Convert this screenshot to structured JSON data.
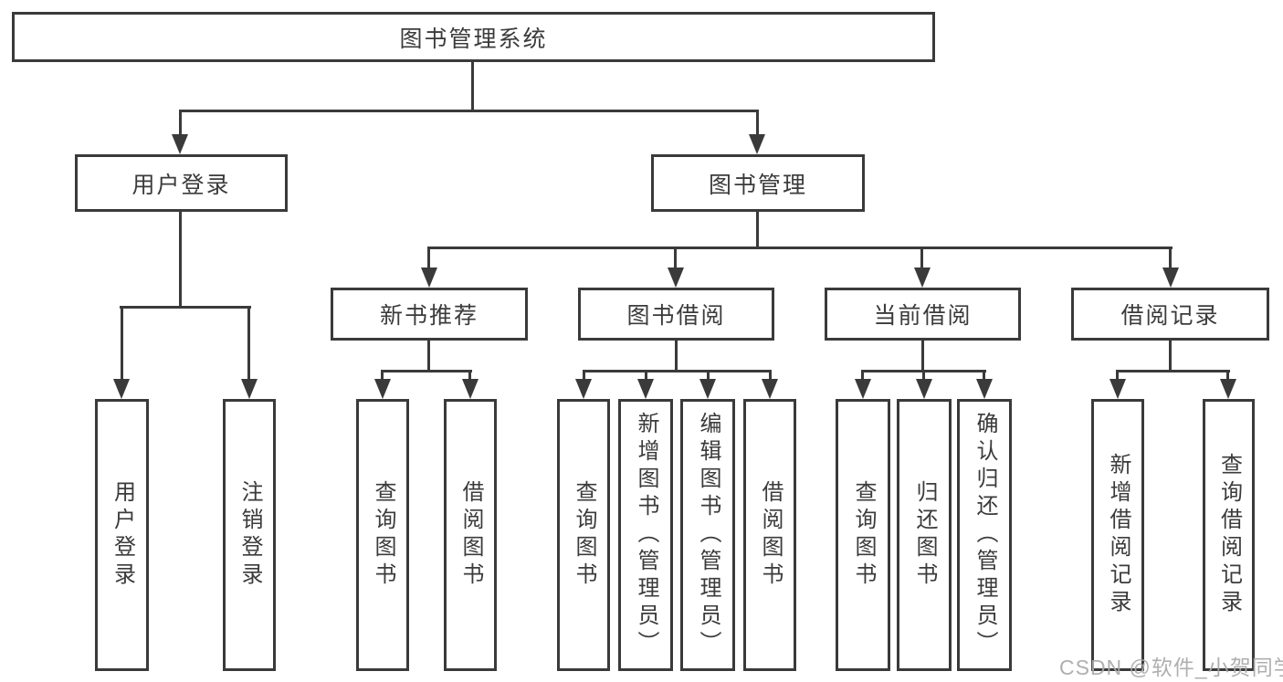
{
  "diagram": {
    "root": {
      "label": "图书管理系统"
    },
    "level2": [
      {
        "label": "用户登录"
      },
      {
        "label": "图书管理"
      }
    ],
    "level3": [
      {
        "label": "新书推荐"
      },
      {
        "label": "图书借阅"
      },
      {
        "label": "当前借阅"
      },
      {
        "label": "借阅记录"
      }
    ],
    "leaves": {
      "user_login": [
        "用户登录",
        "注销登录"
      ],
      "new_books": [
        "查询图书",
        "借阅图书"
      ],
      "borrow": [
        "查询图书",
        "新增图书（管理员）",
        "编辑图书（管理员）",
        "借阅图书"
      ],
      "current": [
        "查询图书",
        "归还图书",
        "确认归还（管理员）"
      ],
      "records": [
        "新增借阅记录",
        "查询借阅记录"
      ]
    }
  },
  "watermark": {
    "text": "CSDN @软件_小贺同学"
  },
  "colors": {
    "line": "#3a3a3a",
    "text": "#3b3b3b",
    "background": "#ffffff",
    "watermark": "#a8a8a8"
  }
}
